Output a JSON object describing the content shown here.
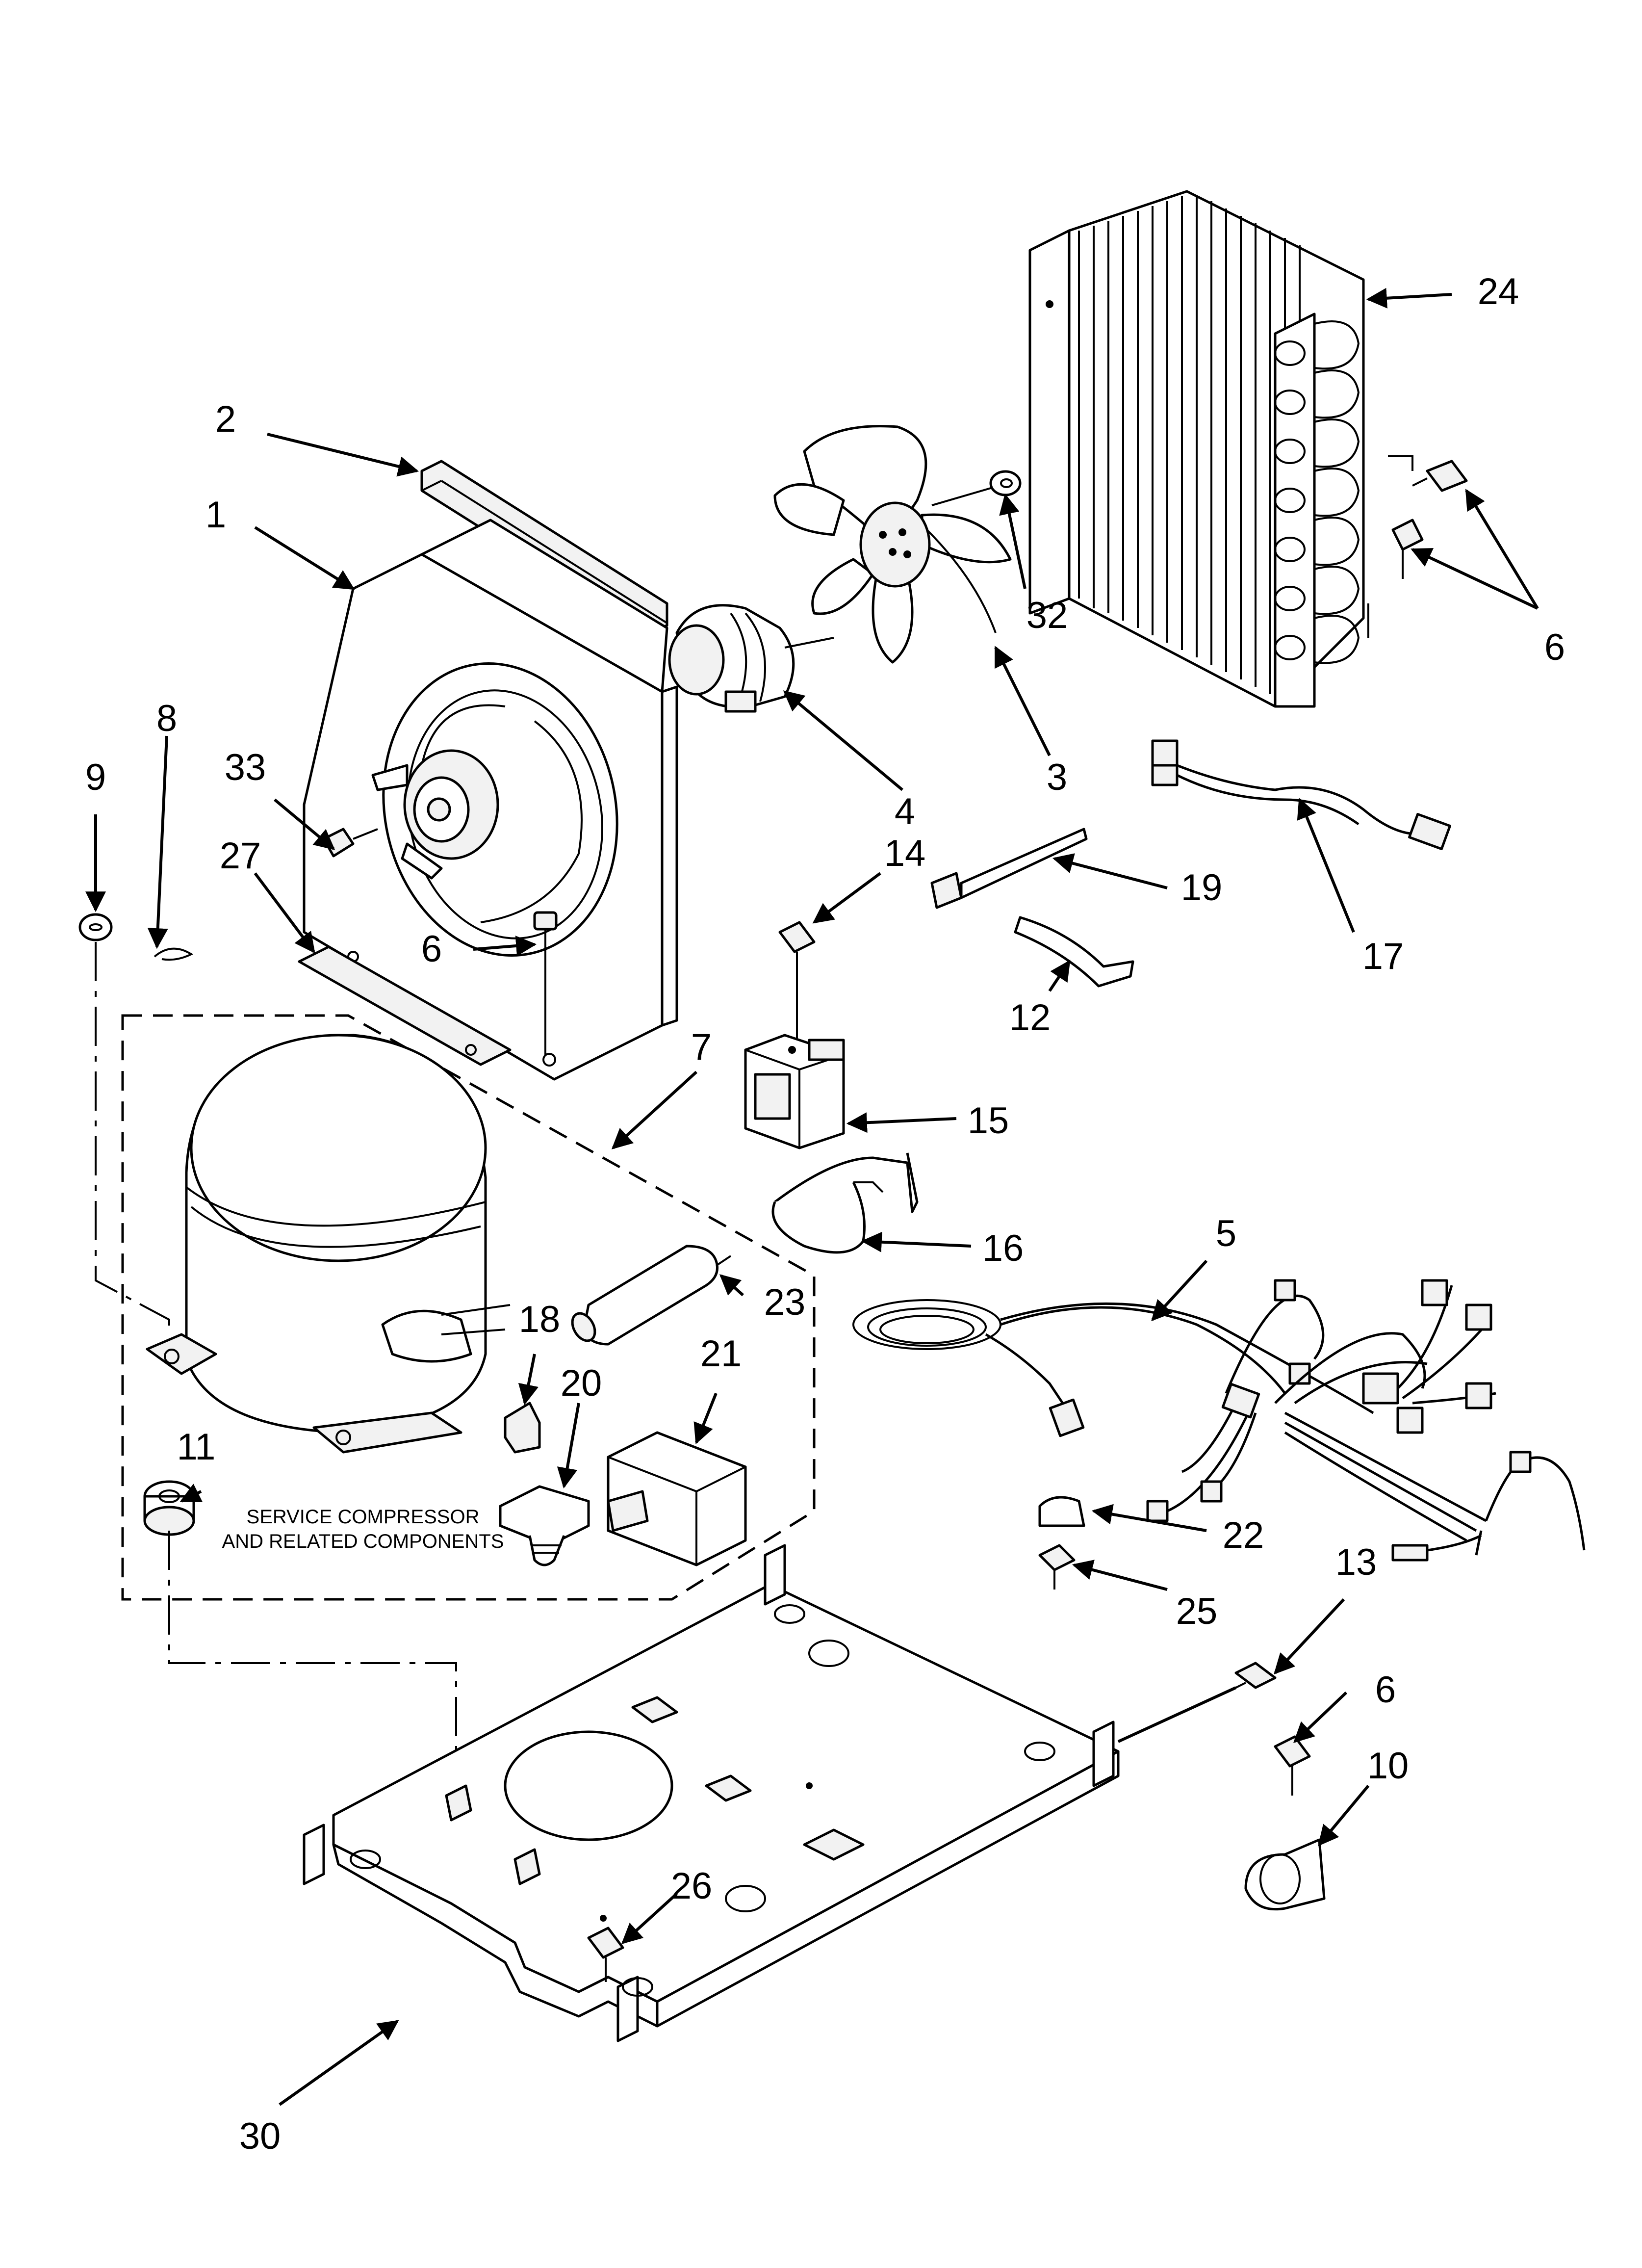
{
  "callouts": {
    "c1": "1",
    "c2": "2",
    "c3": "3",
    "c4": "4",
    "c5": "5",
    "c6a": "6",
    "c6b": "6",
    "c6c": "6",
    "c7": "7",
    "c8": "8",
    "c9": "9",
    "c10": "10",
    "c11": "11",
    "c12": "12",
    "c13": "13",
    "c14": "14",
    "c15": "15",
    "c16": "16",
    "c17": "17",
    "c18": "18",
    "c19": "19",
    "c20": "20",
    "c21": "21",
    "c22": "22",
    "c23": "23",
    "c24": "24",
    "c25": "25",
    "c26": "26",
    "c27": "27",
    "c30": "30",
    "c32": "32",
    "c33": "33"
  },
  "note": {
    "line1": "SERVICE COMPRESSOR",
    "line2": "AND RELATED COMPONENTS"
  }
}
